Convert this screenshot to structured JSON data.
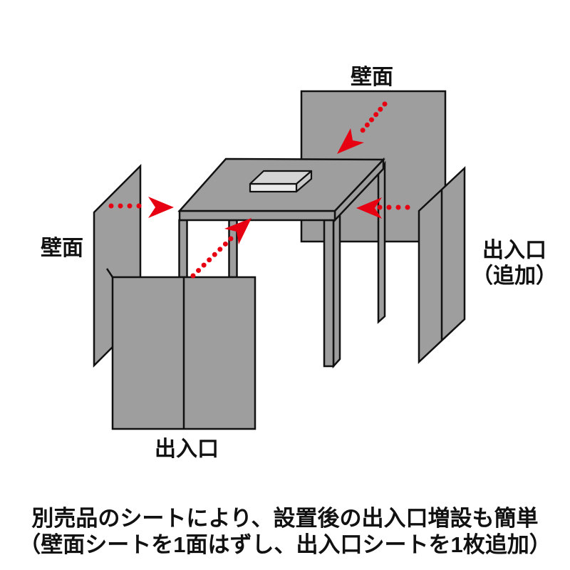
{
  "labels": {
    "wall_top": "壁面",
    "wall_left": "壁面",
    "entrance_front": "出入口",
    "entrance_right_line1": "出入口",
    "entrance_right_line2": "（追加）"
  },
  "caption": {
    "line1": "別売品のシートにより、設置後の出入口増設も簡単",
    "line2": "（壁面シートを1面はずし、出入口シートを1枚追加）"
  },
  "colors": {
    "panel_gray": "#9e9e9e",
    "outline": "#111111",
    "arrow_red": "#e60012",
    "book_top": "#d4d4d4",
    "book_front": "#eaeaea",
    "book_side": "#c8c8c8",
    "text": "#111111",
    "background": "#ffffff"
  }
}
